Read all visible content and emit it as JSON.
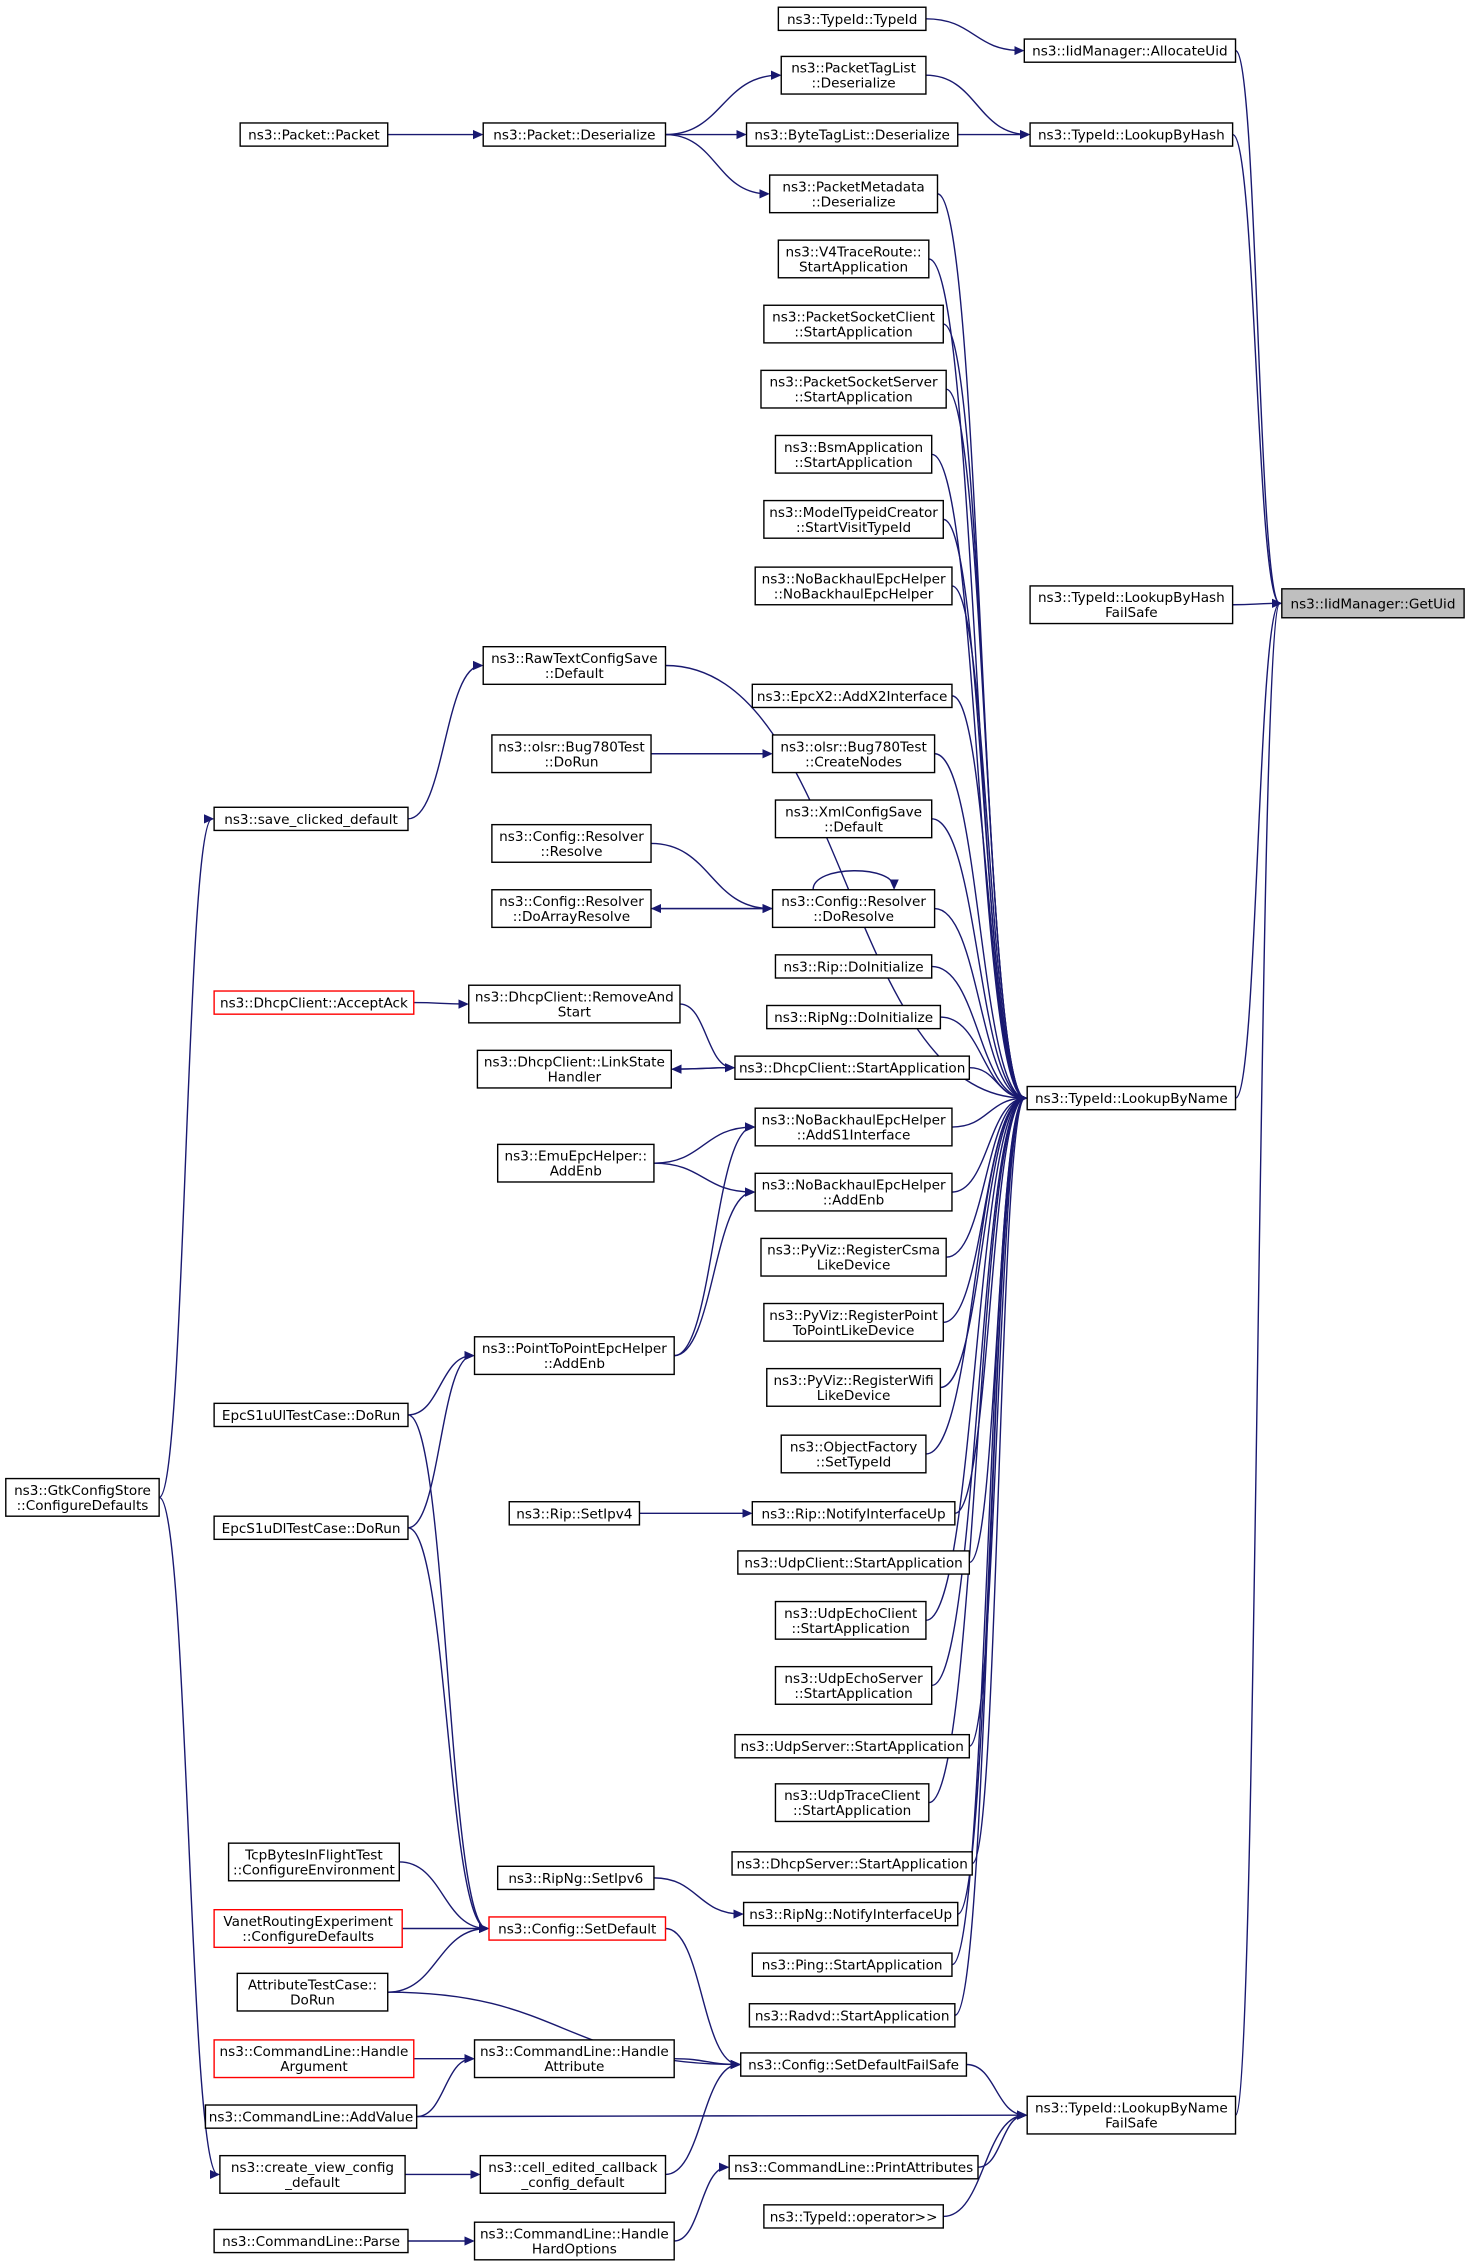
{
  "diagram": {
    "title": "",
    "focus_node": "getuid",
    "edge_color": "#191970",
    "nodes": [
      {
        "id": "getuid",
        "label": [
          "ns3::IidManager::GetUid"
        ],
        "style": "focus"
      },
      {
        "id": "allocuid",
        "label": [
          "ns3::IidManager::AllocateUid"
        ]
      },
      {
        "id": "typeid_ctor",
        "label": [
          "ns3::TypeId::TypeId"
        ]
      },
      {
        "id": "lookuphash",
        "label": [
          "ns3::TypeId::LookupByHash"
        ]
      },
      {
        "id": "lookuphashfs",
        "label": [
          "ns3::TypeId::LookupByHash",
          "FailSafe"
        ]
      },
      {
        "id": "lookupname",
        "label": [
          "ns3::TypeId::LookupByName"
        ]
      },
      {
        "id": "lookupnamefs",
        "label": [
          "ns3::TypeId::LookupByName",
          "FailSafe"
        ]
      },
      {
        "id": "pkt_taglist",
        "label": [
          "ns3::PacketTagList",
          "::Deserialize"
        ]
      },
      {
        "id": "bytetag",
        "label": [
          "ns3::ByteTagList::Deserialize"
        ]
      },
      {
        "id": "pkt_meta",
        "label": [
          "ns3::PacketMetadata",
          "::Deserialize"
        ]
      },
      {
        "id": "pkt_deser",
        "label": [
          "ns3::Packet::Deserialize"
        ]
      },
      {
        "id": "pkt_packet",
        "label": [
          "ns3::Packet::Packet"
        ]
      },
      {
        "id": "v4trace",
        "label": [
          "ns3::V4TraceRoute::",
          "StartApplication"
        ]
      },
      {
        "id": "psclient",
        "label": [
          "ns3::PacketSocketClient",
          "::StartApplication"
        ]
      },
      {
        "id": "psserver",
        "label": [
          "ns3::PacketSocketServer",
          "::StartApplication"
        ]
      },
      {
        "id": "bsm",
        "label": [
          "ns3::BsmApplication",
          "::StartApplication"
        ]
      },
      {
        "id": "modeltypeid",
        "label": [
          "ns3::ModelTypeidCreator",
          "::StartVisitTypeId"
        ]
      },
      {
        "id": "nobackhaul",
        "label": [
          "ns3::NoBackhaulEpcHelper",
          "::NoBackhaulEpcHelper"
        ]
      },
      {
        "id": "rawtext",
        "label": [
          "ns3::RawTextConfigSave",
          "::Default"
        ]
      },
      {
        "id": "save_clicked",
        "label": [
          "ns3::save_clicked_default"
        ]
      },
      {
        "id": "epcx2",
        "label": [
          "ns3::EpcX2::AddX2Interface"
        ]
      },
      {
        "id": "olsr_dorun",
        "label": [
          "ns3::olsr::Bug780Test",
          "::DoRun"
        ]
      },
      {
        "id": "olsr_create",
        "label": [
          "ns3::olsr::Bug780Test",
          "::CreateNodes"
        ]
      },
      {
        "id": "xmlconfig",
        "label": [
          "ns3::XmlConfigSave",
          "::Default"
        ]
      },
      {
        "id": "resolver_resolve",
        "label": [
          "ns3::Config::Resolver",
          "::Resolve"
        ]
      },
      {
        "id": "resolver_doresolve",
        "label": [
          "ns3::Config::Resolver",
          "::DoResolve"
        ]
      },
      {
        "id": "resolver_array",
        "label": [
          "ns3::Config::Resolver",
          "::DoArrayResolve"
        ]
      },
      {
        "id": "rip_init",
        "label": [
          "ns3::Rip::DoInitialize"
        ]
      },
      {
        "id": "ripng_init",
        "label": [
          "ns3::RipNg::DoInitialize"
        ]
      },
      {
        "id": "dhcp_acceptack",
        "label": [
          "ns3::DhcpClient::AcceptAck"
        ],
        "style": "red"
      },
      {
        "id": "dhcp_removeand",
        "label": [
          "ns3::DhcpClient::RemoveAnd",
          "Start"
        ]
      },
      {
        "id": "dhcp_linkstate",
        "label": [
          "ns3::DhcpClient::LinkState",
          "Handler"
        ]
      },
      {
        "id": "dhcp_start",
        "label": [
          "ns3::DhcpClient::StartApplication"
        ]
      },
      {
        "id": "nb_adds1",
        "label": [
          "ns3::NoBackhaulEpcHelper",
          "::AddS1Interface"
        ]
      },
      {
        "id": "emu_addenb",
        "label": [
          "ns3::EmuEpcHelper::",
          "AddEnb"
        ]
      },
      {
        "id": "nb_addenb",
        "label": [
          "ns3::NoBackhaulEpcHelper",
          "::AddEnb"
        ]
      },
      {
        "id": "pyviz_csma",
        "label": [
          "ns3::PyViz::RegisterCsma",
          "LikeDevice"
        ]
      },
      {
        "id": "pyviz_p2p",
        "label": [
          "ns3::PyViz::RegisterPoint",
          "ToPointLikeDevice"
        ]
      },
      {
        "id": "pyviz_wifi",
        "label": [
          "ns3::PyViz::RegisterWifi",
          "LikeDevice"
        ]
      },
      {
        "id": "p2p_addenb",
        "label": [
          "ns3::PointToPointEpcHelper",
          "::AddEnb"
        ]
      },
      {
        "id": "objfactory",
        "label": [
          "ns3::ObjectFactory",
          "::SetTypeId"
        ]
      },
      {
        "id": "epc_ul",
        "label": [
          "EpcS1uUlTestCase::DoRun"
        ]
      },
      {
        "id": "epc_dl",
        "label": [
          "EpcS1uDlTestCase::DoRun"
        ]
      },
      {
        "id": "gtk_config",
        "label": [
          "ns3::GtkConfigStore",
          "::ConfigureDefaults"
        ]
      },
      {
        "id": "rip_setipv4",
        "label": [
          "ns3::Rip::SetIpv4"
        ]
      },
      {
        "id": "rip_notify",
        "label": [
          "ns3::Rip::NotifyInterfaceUp"
        ]
      },
      {
        "id": "udpclient",
        "label": [
          "ns3::UdpClient::StartApplication"
        ]
      },
      {
        "id": "udpechoclient",
        "label": [
          "ns3::UdpEchoClient",
          "::StartApplication"
        ]
      },
      {
        "id": "udpechoserver",
        "label": [
          "ns3::UdpEchoServer",
          "::StartApplication"
        ]
      },
      {
        "id": "udpserver",
        "label": [
          "ns3::UdpServer::StartApplication"
        ]
      },
      {
        "id": "udptrace",
        "label": [
          "ns3::UdpTraceClient",
          "::StartApplication"
        ]
      },
      {
        "id": "dhcpserver",
        "label": [
          "ns3::DhcpServer::StartApplication"
        ]
      },
      {
        "id": "tcpbytes",
        "label": [
          "TcpBytesInFlightTest",
          "::ConfigureEnvironment"
        ]
      },
      {
        "id": "ripng_setipv6",
        "label": [
          "ns3::RipNg::SetIpv6"
        ]
      },
      {
        "id": "ripng_notify",
        "label": [
          "ns3::RipNg::NotifyInterfaceUp"
        ]
      },
      {
        "id": "vanet",
        "label": [
          "VanetRoutingExperiment",
          "::ConfigureDefaults"
        ],
        "style": "red"
      },
      {
        "id": "config_setdefault",
        "label": [
          "ns3::Config::SetDefault"
        ],
        "style": "red"
      },
      {
        "id": "ping",
        "label": [
          "ns3::Ping::StartApplication"
        ]
      },
      {
        "id": "attrtest",
        "label": [
          "AttributeTestCase::",
          "DoRun"
        ]
      },
      {
        "id": "radvd",
        "label": [
          "ns3::Radvd::StartApplication"
        ]
      },
      {
        "id": "cl_handlearg",
        "label": [
          "ns3::CommandLine::Handle",
          "Argument"
        ],
        "style": "red"
      },
      {
        "id": "cl_handleattr",
        "label": [
          "ns3::CommandLine::Handle",
          "Attribute"
        ]
      },
      {
        "id": "config_setdefaultfs",
        "label": [
          "ns3::Config::SetDefaultFailSafe"
        ]
      },
      {
        "id": "cl_addvalue",
        "label": [
          "ns3::CommandLine::AddValue"
        ]
      },
      {
        "id": "create_view",
        "label": [
          "ns3::create_view_config",
          "_default"
        ]
      },
      {
        "id": "cell_edited",
        "label": [
          "ns3::cell_edited_callback",
          "_config_default"
        ]
      },
      {
        "id": "cl_printattr",
        "label": [
          "ns3::CommandLine::PrintAttributes"
        ]
      },
      {
        "id": "typeid_op",
        "label": [
          "ns3::TypeId::operator>>"
        ]
      },
      {
        "id": "cl_parse",
        "label": [
          "ns3::CommandLine::Parse"
        ]
      },
      {
        "id": "cl_handlehard",
        "label": [
          "ns3::CommandLine::Handle",
          "HardOptions"
        ]
      }
    ],
    "edges": [
      [
        "allocuid",
        "getuid"
      ],
      [
        "lookuphash",
        "getuid"
      ],
      [
        "lookuphashfs",
        "getuid"
      ],
      [
        "lookupname",
        "getuid"
      ],
      [
        "lookupnamefs",
        "getuid"
      ],
      [
        "typeid_ctor",
        "allocuid"
      ],
      [
        "pkt_taglist",
        "lookuphash"
      ],
      [
        "bytetag",
        "lookuphash"
      ],
      [
        "pkt_deser",
        "pkt_taglist"
      ],
      [
        "pkt_deser",
        "bytetag"
      ],
      [
        "pkt_deser",
        "pkt_meta"
      ],
      [
        "pkt_packet",
        "pkt_deser"
      ],
      [
        "pkt_meta",
        "lookupname"
      ],
      [
        "v4trace",
        "lookupname"
      ],
      [
        "psclient",
        "lookupname"
      ],
      [
        "psserver",
        "lookupname"
      ],
      [
        "bsm",
        "lookupname"
      ],
      [
        "modeltypeid",
        "lookupname"
      ],
      [
        "nobackhaul",
        "lookupname"
      ],
      [
        "rawtext",
        "lookupname"
      ],
      [
        "epcx2",
        "lookupname"
      ],
      [
        "olsr_create",
        "lookupname"
      ],
      [
        "xmlconfig",
        "lookupname"
      ],
      [
        "resolver_doresolve",
        "lookupname"
      ],
      [
        "rip_init",
        "lookupname"
      ],
      [
        "ripng_init",
        "lookupname"
      ],
      [
        "dhcp_start",
        "lookupname"
      ],
      [
        "nb_adds1",
        "lookupname"
      ],
      [
        "nb_addenb",
        "lookupname"
      ],
      [
        "pyviz_csma",
        "lookupname"
      ],
      [
        "pyviz_p2p",
        "lookupname"
      ],
      [
        "pyviz_wifi",
        "lookupname"
      ],
      [
        "objfactory",
        "lookupname"
      ],
      [
        "rip_notify",
        "lookupname"
      ],
      [
        "udpclient",
        "lookupname"
      ],
      [
        "udpechoclient",
        "lookupname"
      ],
      [
        "udpechoserver",
        "lookupname"
      ],
      [
        "udpserver",
        "lookupname"
      ],
      [
        "udptrace",
        "lookupname"
      ],
      [
        "dhcpserver",
        "lookupname"
      ],
      [
        "ripng_notify",
        "lookupname"
      ],
      [
        "ping",
        "lookupname"
      ],
      [
        "radvd",
        "lookupname"
      ],
      [
        "save_clicked",
        "rawtext"
      ],
      [
        "gtk_config",
        "save_clicked"
      ],
      [
        "olsr_dorun",
        "olsr_create"
      ],
      [
        "resolver_resolve",
        "resolver_doresolve"
      ],
      [
        "resolver_doresolve",
        "resolver_doresolve"
      ],
      [
        "resolver_doresolve",
        "resolver_array"
      ],
      [
        "resolver_array",
        "resolver_doresolve"
      ],
      [
        "dhcp_acceptack",
        "dhcp_removeand"
      ],
      [
        "dhcp_removeand",
        "dhcp_start"
      ],
      [
        "dhcp_start",
        "dhcp_linkstate"
      ],
      [
        "dhcp_linkstate",
        "dhcp_start"
      ],
      [
        "emu_addenb",
        "nb_adds1"
      ],
      [
        "emu_addenb",
        "nb_addenb"
      ],
      [
        "p2p_addenb",
        "nb_adds1"
      ],
      [
        "p2p_addenb",
        "nb_addenb"
      ],
      [
        "epc_ul",
        "p2p_addenb"
      ],
      [
        "epc_dl",
        "p2p_addenb"
      ],
      [
        "rip_setipv4",
        "rip_notify"
      ],
      [
        "ripng_setipv6",
        "ripng_notify"
      ],
      [
        "epc_ul",
        "config_setdefault"
      ],
      [
        "epc_dl",
        "config_setdefault"
      ],
      [
        "tcpbytes",
        "config_setdefault"
      ],
      [
        "vanet",
        "config_setdefault"
      ],
      [
        "attrtest",
        "config_setdefault"
      ],
      [
        "gtk_config",
        "create_view"
      ],
      [
        "config_setdefault",
        "config_setdefaultfs"
      ],
      [
        "attrtest",
        "config_setdefaultfs"
      ],
      [
        "cl_handleattr",
        "config_setdefaultfs"
      ],
      [
        "cl_handlearg",
        "cl_handleattr"
      ],
      [
        "cl_addvalue",
        "cl_handleattr"
      ],
      [
        "cell_edited",
        "config_setdefaultfs"
      ],
      [
        "create_view",
        "cell_edited"
      ],
      [
        "config_setdefaultfs",
        "lookupnamefs"
      ],
      [
        "cl_addvalue",
        "lookupnamefs"
      ],
      [
        "cl_printattr",
        "lookupnamefs"
      ],
      [
        "typeid_op",
        "lookupnamefs"
      ],
      [
        "cl_parse",
        "cl_handlehard"
      ],
      [
        "cl_handlehard",
        "cl_printattr"
      ]
    ]
  }
}
